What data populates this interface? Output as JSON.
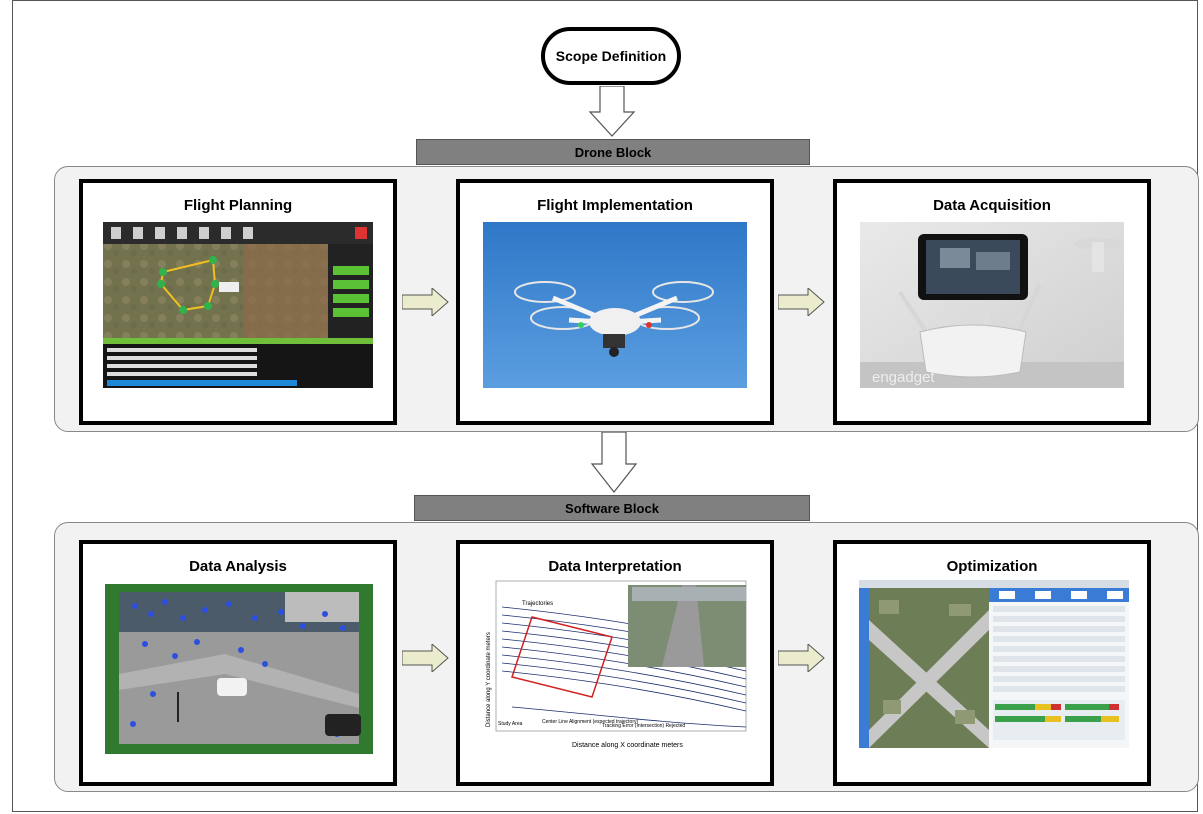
{
  "scope": {
    "label": "Scope Definition"
  },
  "drone_block": {
    "label": "Drone Block",
    "cards": [
      {
        "title": "Flight Planning",
        "image": "mission-planner-map-screenshot"
      },
      {
        "title": "Flight Implementation",
        "image": "quadcopter-drone-in-sky"
      },
      {
        "title": "Data Acquisition",
        "image": "drone-remote-controller-with-tablet"
      }
    ]
  },
  "software_block": {
    "label": "Software Block",
    "cards": [
      {
        "title": "Data Analysis",
        "image": "traffic-intersection-feature-tracking"
      },
      {
        "title": "Data Interpretation",
        "image": "vehicle-trajectory-plot"
      },
      {
        "title": "Optimization",
        "image": "traffic-simulation-software-screenshot"
      }
    ]
  },
  "image_text": {
    "photo_watermark": "engadget",
    "plot_xlabel": "Distance along X coordinate meters",
    "plot_ylabel": "Distance along Y coordinate meters",
    "plot_annotation_1": "Trajectories",
    "plot_annotation_2": "Center Line Alignment (expected trajectory)",
    "plot_annotation_3": "Tracking Error (Intersection) Rejected",
    "plot_annotation_4": "Study Area"
  },
  "colors": {
    "band": "#808080",
    "block_bg": "#f2f2f2",
    "card_border": "#000000"
  }
}
